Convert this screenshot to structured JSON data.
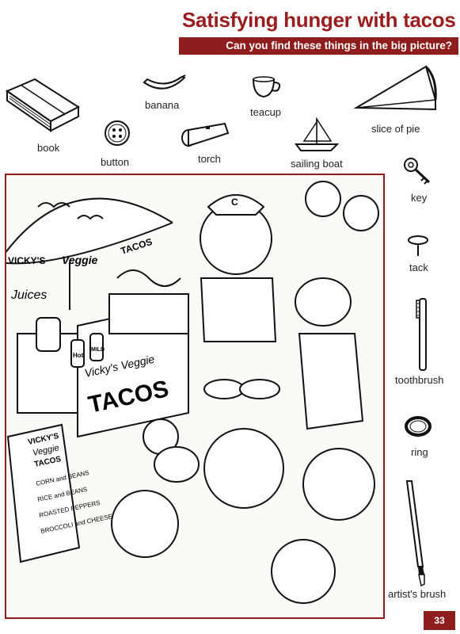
{
  "header": {
    "title": "Satisfying hunger with tacos",
    "subtitle": "Can you find these things in the big picture?"
  },
  "items": {
    "book": "book",
    "banana": "banana",
    "teacup": "teacup",
    "slice_of_pie": "slice of pie",
    "button": "button",
    "torch": "torch",
    "sailing_boat": "sailing boat",
    "key": "key",
    "tack": "tack",
    "toothbrush": "toothbrush",
    "ring": "ring",
    "artists_brush": "artist's brush"
  },
  "scene": {
    "umbrella_sign_1": "VICKY'S",
    "umbrella_sign_2": "Veggie",
    "umbrella_sign_3": "TACOS",
    "juices_sign": "Juices",
    "cart_brand": "Vicky's Veggie",
    "cart_main": "TACOS",
    "bottle_1": "Hot",
    "bottle_2": "MILD",
    "menu_title_1": "VICKY'S",
    "menu_title_2": "Veggie",
    "menu_title_3": "TACOS",
    "menu_items": [
      "CORN and BEANS",
      "RICE and BEANS",
      "ROASTED PEPPERS",
      "BROCCOLI and CHEESE"
    ],
    "cap_letter": "C"
  },
  "footer": {
    "page_number": "33"
  }
}
